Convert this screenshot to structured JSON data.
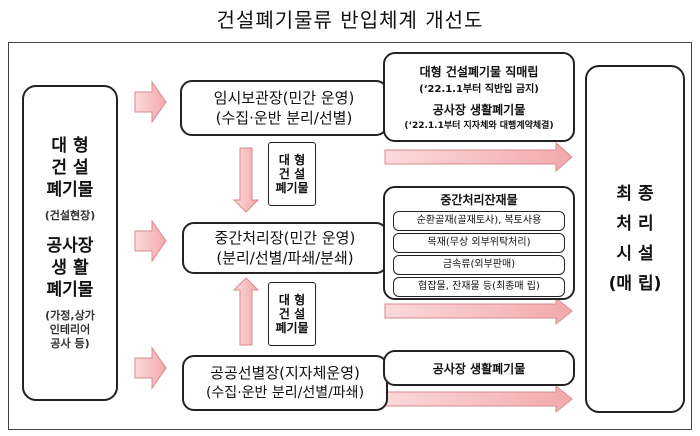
{
  "title": "건설폐기물류 반입체계 개선도",
  "source": {
    "line1": "대  형",
    "line2": "건  설",
    "line3": "폐기물",
    "note1": "(건설현장)",
    "line4": "공사장",
    "line5": "생  활",
    "line6": "폐기물",
    "note2a": "(가정,상가",
    "note2b": "인테리어",
    "note2c": "공사 등)"
  },
  "temp_storage": {
    "line1": "임시보관장(민간 운영)",
    "line2": "(수집·운반 분리/선별)"
  },
  "intermediate": {
    "line1": "중간처리장(민간 운영)",
    "line2": "(분리/선별/파쇄/분쇄)"
  },
  "public_sorting": {
    "line1": "공공선별장(지자체운영)",
    "line2": "(수집·운반 분리/선별/파쇄)"
  },
  "down_label": {
    "l1": "대  형",
    "l2": "건  설",
    "l3": "폐기물"
  },
  "up_label": {
    "l1": "대  형",
    "l2": "건  설",
    "l3": "폐기물"
  },
  "direct": {
    "t1": "대형 건설폐기물 직매립",
    "n1": "(‘22.1.1부터 직반입 금지)",
    "t2": "공사장 생활폐기물",
    "n2": "(‘22.1.1부터 지자체와 대행계약체결)"
  },
  "residue": {
    "title": "중간처리잔재물",
    "items": [
      "순환골재(골재토사), 복토사용",
      "목재(무상 외부위탁처리)",
      "금속류(외부판매)",
      "협잡물, 잔재물 등(최종매 립)"
    ]
  },
  "public_out": {
    "label": "공사장 생활폐기물"
  },
  "final": {
    "l1": "최   종",
    "l2": "처   리",
    "l3": "시   설",
    "l4": "(매   립)"
  },
  "colors": {
    "arrow_fill": "#f7c4c6",
    "arrow_stroke": "#d98a8e"
  }
}
